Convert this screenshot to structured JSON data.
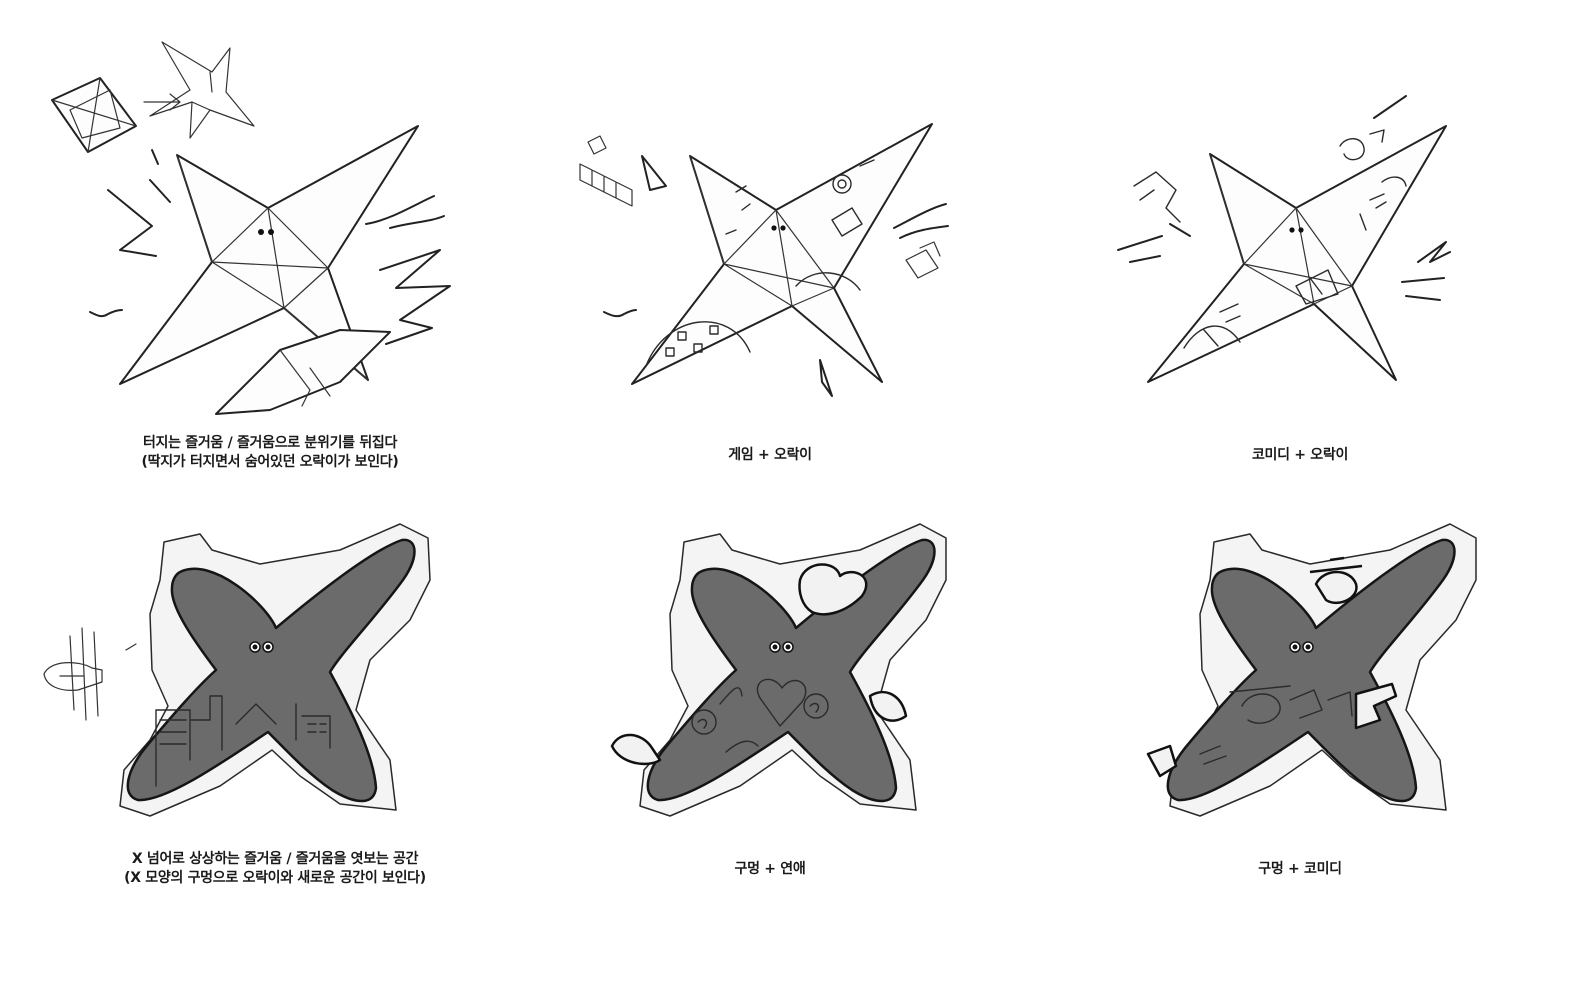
{
  "captions": {
    "top_left": {
      "line1": "터지는 즐거움 / 즐거움으로 분위기를 뒤집다",
      "line2": "(딱지가 터지면서 숨어있던 오락이가 보인다)"
    },
    "top_middle": {
      "line1": "게임 + 오락이"
    },
    "top_right": {
      "line1": "코미디 + 오락이"
    },
    "bottom_left": {
      "line1": "X 넘어로 상상하는 즐거움 / 즐거움을 엿보는 공간",
      "line2": "(X 모양의 구멍으로 오락이와 새로운 공간이 보인다)"
    },
    "bottom_middle": {
      "line1": "구멍 +  연애"
    },
    "bottom_right": {
      "line1": "구멍 + 코미디"
    }
  }
}
